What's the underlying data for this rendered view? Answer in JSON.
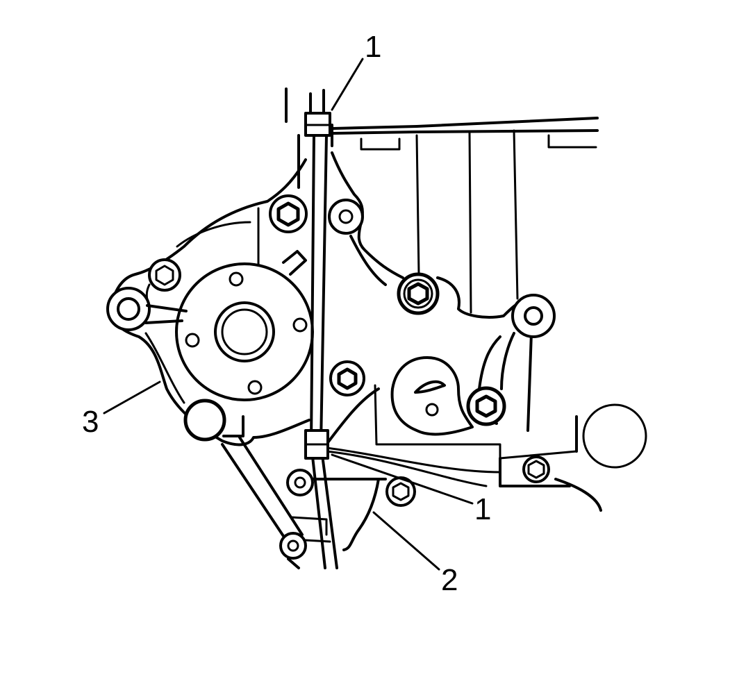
{
  "callouts": [
    {
      "id": "c1-top",
      "text": "1"
    },
    {
      "id": "c1-bottom",
      "text": "1"
    },
    {
      "id": "c2",
      "text": "2"
    },
    {
      "id": "c3",
      "text": "3"
    }
  ],
  "colors": {
    "line": "#000000",
    "background": "#ffffff"
  }
}
